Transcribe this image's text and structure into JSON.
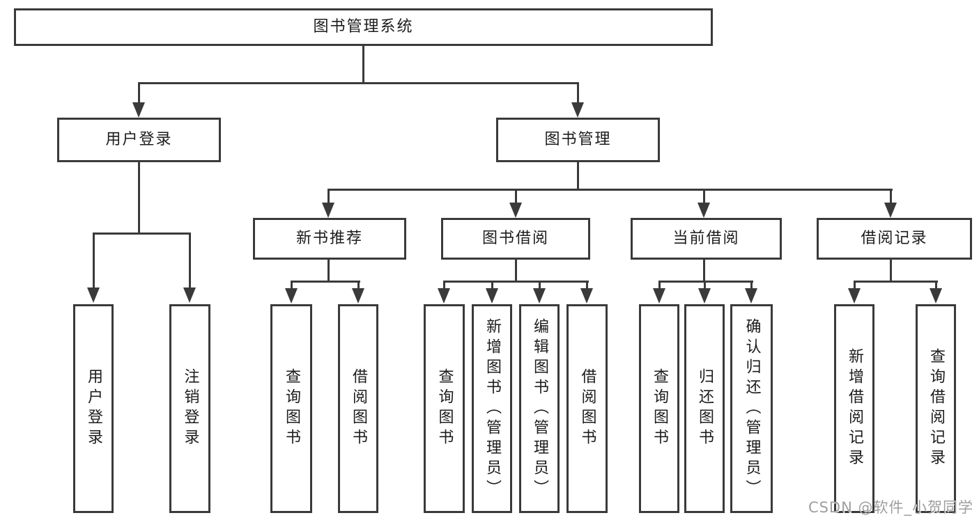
{
  "colors": {
    "line": "#3a3a3a",
    "text": "#1c1c1c",
    "watermark": "#9e9e9e",
    "background": "#ffffff"
  },
  "watermark": {
    "text": "CSDN @软件_小贺同学"
  },
  "tree": {
    "root": {
      "label": "图书管理系统"
    },
    "children": [
      {
        "label": "用户登录",
        "children": [
          {
            "label": "用户登录"
          },
          {
            "label": "注销登录"
          }
        ]
      },
      {
        "label": "图书管理",
        "children": [
          {
            "label": "新书推荐",
            "children": [
              {
                "label": "查询图书"
              },
              {
                "label": "借阅图书"
              }
            ]
          },
          {
            "label": "图书借阅",
            "children": [
              {
                "label": "查询图书"
              },
              {
                "label": "新增图书（管理员）"
              },
              {
                "label": "编辑图书（管理员）"
              },
              {
                "label": "借阅图书"
              }
            ]
          },
          {
            "label": "当前借阅",
            "children": [
              {
                "label": "查询图书"
              },
              {
                "label": "归还图书"
              },
              {
                "label": "确认归还（管理员）"
              }
            ]
          },
          {
            "label": "借阅记录",
            "children": [
              {
                "label": "新增借阅记录"
              },
              {
                "label": "查询借阅记录"
              }
            ]
          }
        ]
      }
    ]
  }
}
